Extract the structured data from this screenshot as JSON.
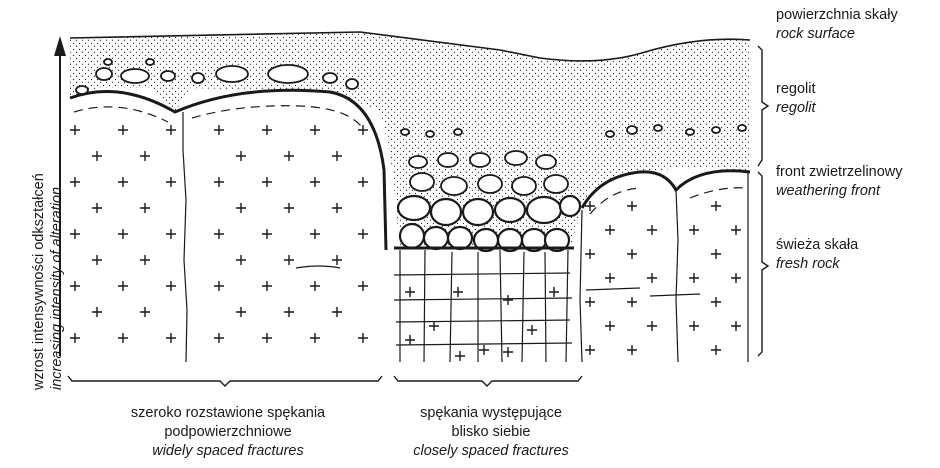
{
  "labels": {
    "surface": {
      "pl": "powierzchnia skały",
      "en": "rock surface"
    },
    "regolith": {
      "pl": "regolit",
      "en": "regolit"
    },
    "front": {
      "pl": "front zwietrzelinowy",
      "en": "weathering front"
    },
    "fresh": {
      "pl": "świeża skała",
      "en": "fresh rock"
    }
  },
  "axis": {
    "pl": "wzrost intensywności odkształceń",
    "en": "increasing intensity of alteration"
  },
  "bottom": {
    "wide": {
      "pl1": "szeroko rozstawione spękania",
      "pl2": "podpowierzchniowe",
      "en": "widely spaced fractures"
    },
    "close": {
      "pl1": "spękania występujące",
      "pl2": "blisko siebie",
      "en": "closely spaced fractures"
    }
  },
  "colors": {
    "ink": "#1a1a1a",
    "paper": "#ffffff"
  }
}
